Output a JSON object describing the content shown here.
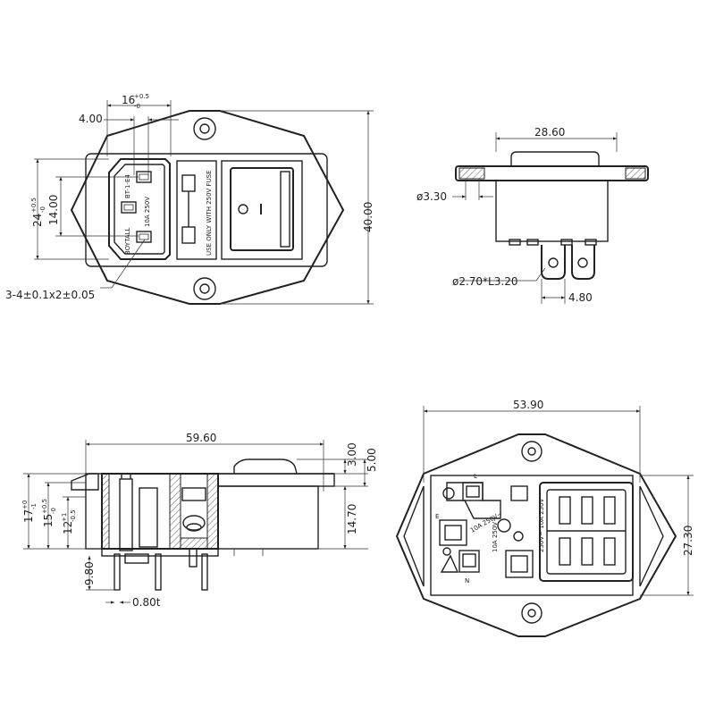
{
  "front_view": {
    "dim_pitch": "16",
    "dim_pitch_tol_upper": "+0.5",
    "dim_pitch_tol_lower": "-0",
    "dim_offset": "4.00",
    "dim_height_inner": "24",
    "dim_height_inner_tol_upper": "+0.5",
    "dim_height_inner_tol_lower": "-0",
    "dim_pin_span": "14.00",
    "dim_total_height": "40.00",
    "dim_pin_size": "3-4±0.1x2±0.05",
    "marking_brand": "BOYTALL",
    "marking_model": "BT-1-E4",
    "marking_rating": "10A 250V",
    "fuse_text": "USE ONLY WITH 250V FUSE",
    "switch_symbol_off": "O",
    "switch_symbol_on": "I"
  },
  "side_view_top": {
    "dim_width": "28.60",
    "dim_hole": "ø3.30",
    "dim_terminal_hole": "ø2.70*L3.20",
    "dim_terminal_pitch": "4.80"
  },
  "side_view_bottom": {
    "dim_length": "59.60",
    "dim_a": "17",
    "dim_a_tol_upper": "+0",
    "dim_a_tol_lower": "-1",
    "dim_b": "15",
    "dim_b_tol_upper": "+0.5",
    "dim_b_tol_lower": "-0",
    "dim_c": "12",
    "dim_c_tol_upper": "+1",
    "dim_c_tol_lower": "-0.5",
    "dim_pin_len": "9.80",
    "dim_thickness": "0.80t",
    "dim_rocker_h": "3.00",
    "dim_rocker_total": "5.00",
    "dim_body_h": "14.70"
  },
  "rear_view": {
    "dim_width": "53.90",
    "dim_height": "27.30",
    "label_L": "L",
    "label_E": "E",
    "label_N": "N",
    "marking_rating_1": "10A 250V~",
    "marking_rating_2": "10A 250V~",
    "marking_rating_3": "250V~ 10A 250V"
  }
}
